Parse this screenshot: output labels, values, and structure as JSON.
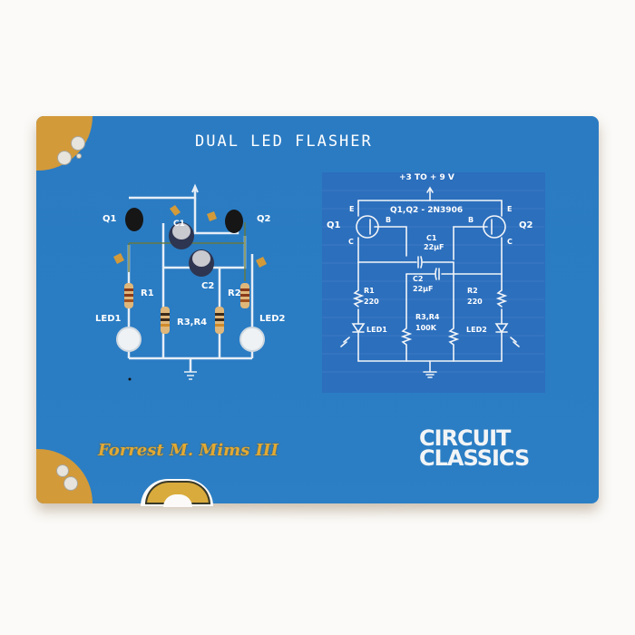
{
  "board": {
    "title": "DUAL LED FLASHER",
    "signature": "Forrest M. Mims III",
    "logo_line1": "CIRCUIT",
    "logo_line2": "CLASSICS",
    "colors": {
      "board": "#2a7cc3",
      "pad": "#d39a3a",
      "silkscreen": "#ffffff",
      "schematic_bg": "#2c6fbd"
    }
  },
  "components": {
    "q1": "Q1",
    "q2": "Q2",
    "c1": "C1",
    "c2": "C2",
    "r1": "R1",
    "r2": "R2",
    "r34": "R3,R4",
    "led1": "LED1",
    "led2": "LED2"
  },
  "schematic": {
    "supply": "+3 TO + 9 V",
    "transistors": "Q1,Q2 - 2N3906",
    "q1": "Q1",
    "q2": "Q2",
    "e1": "E",
    "b1": "B",
    "c1pin": "C",
    "e2": "E",
    "b2": "B",
    "c2pin": "C",
    "c1": "C1",
    "c1val": "22µF",
    "c2": "C2",
    "c2val": "22µF",
    "r1": "R1",
    "r1val": "220",
    "r2": "R2",
    "r2val": "220",
    "r34": "R3,R4",
    "r34val": "100K",
    "led1": "LED1",
    "led2": "LED2"
  }
}
